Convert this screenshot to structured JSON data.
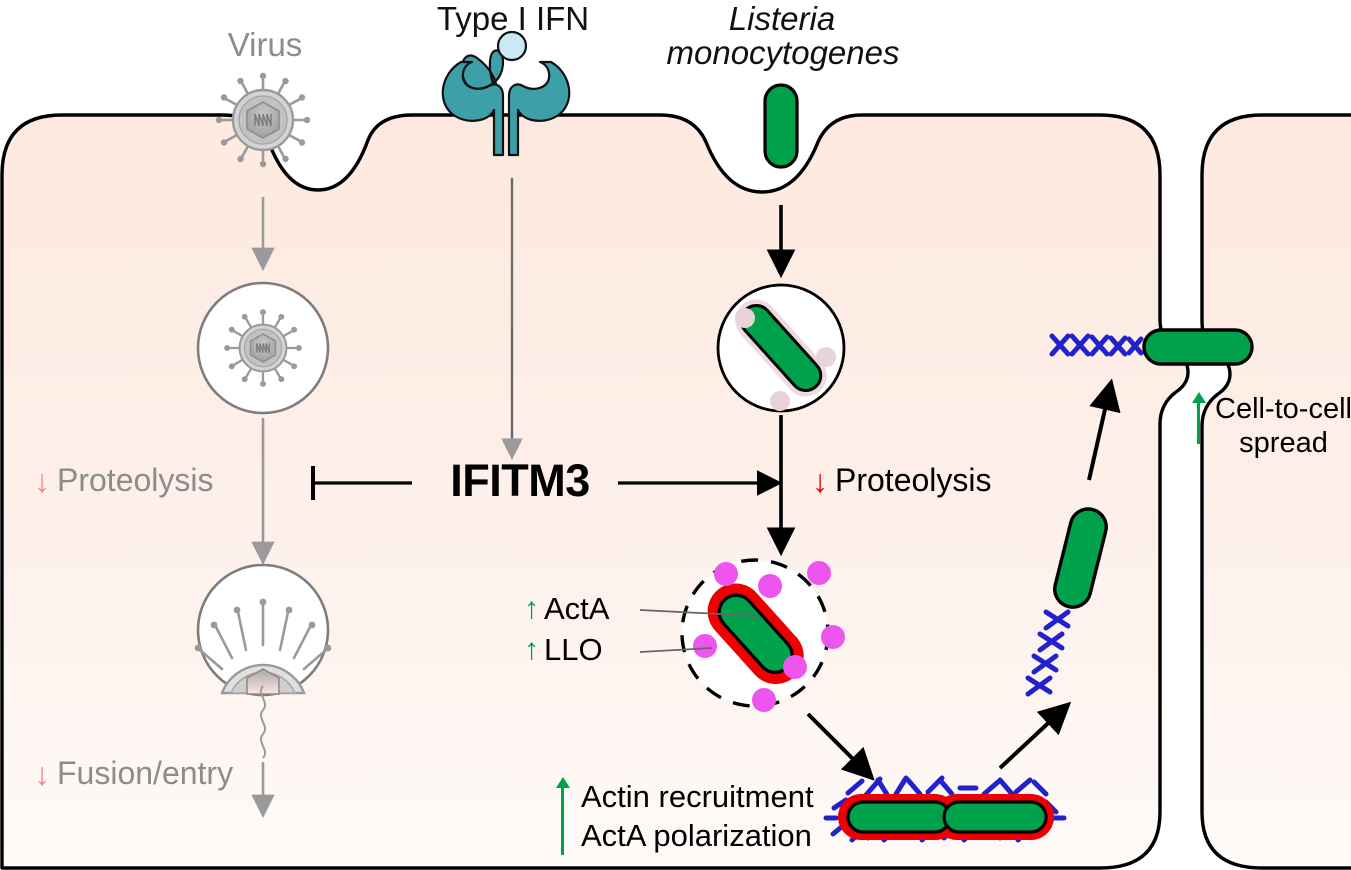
{
  "figure": {
    "title_visible": false,
    "type": "biological-pathway-diagram",
    "background": "#ffffff"
  },
  "colors": {
    "cell_fill_top": "#fdeae1",
    "cell_fill_bottom": "#fdf5f1",
    "membrane_stroke": "#000000",
    "bacteria_green": "#00a14b",
    "bacteria_outline": "#000000",
    "actin_blue": "#2222cc",
    "vacuole_red": "#ee0000",
    "magenta_dot": "#ee55ee",
    "pale_pink_dot": "#e8d4d8",
    "receptor_teal": "#3d9fa8",
    "ligand_blue": "#c9e9f5",
    "virus_gray": "#9a9a9a",
    "muted_gray_text": "#8c8c8c",
    "muted_pink_arrow": "#f08a8a",
    "red_arrow": "#ee0000",
    "green_arrow": "#00a14b",
    "black_text": "#000000",
    "leader_line": "#666666"
  },
  "external_labels": {
    "virus": "Virus",
    "type_i_ifn": "Type I IFN",
    "listeria_line1": "Listeria",
    "listeria_line2": "monocytogenes"
  },
  "center_label": {
    "ifitm3": "IFITM3"
  },
  "left_pathway": {
    "proteolysis": {
      "arrow": "↓",
      "text": "Proteolysis",
      "arrow_color": "#f08a8a",
      "text_color": "#8c8c8c"
    },
    "fusion_entry": {
      "arrow": "↓",
      "text": "Fusion/entry",
      "arrow_color": "#f08a8a",
      "text_color": "#8c8c8c"
    }
  },
  "right_pathway": {
    "proteolysis": {
      "arrow": "↓",
      "text": "Proteolysis",
      "arrow_color": "#ee0000",
      "text_color": "#000000"
    },
    "acta": {
      "arrow": "↑",
      "text": "ActA",
      "arrow_color": "#00a14b",
      "text_color": "#000000"
    },
    "llo": {
      "arrow": "↑",
      "text": "LLO",
      "arrow_color": "#00a14b",
      "text_color": "#000000"
    },
    "actin_recruitment": {
      "arrow": "↑",
      "text": "Actin recruitment",
      "arrow_color": "#00a14b",
      "text_color": "#000000"
    },
    "acta_polarization": {
      "text": "ActA polarization",
      "text_color": "#000000"
    },
    "cell_to_cell_line1": {
      "arrow": "↑",
      "text": "Cell-to-cell",
      "arrow_color": "#00a14b",
      "text_color": "#000000"
    },
    "cell_to_cell_line2": {
      "text": "spread",
      "text_color": "#000000"
    }
  },
  "interactions": {
    "ifn_to_ifitm3": "arrow-down",
    "ifitm3_inhibits_virus": "t-bar-inhibition",
    "ifitm3_promotes_listeria": "arrow-right"
  },
  "entities": {
    "virus_particles": 3,
    "listeria_rods": 6,
    "phagosome_pink_dots": 3,
    "vacuole_magenta_dots": 8,
    "dividing_bacteria": 2,
    "actin_tails": 2
  }
}
